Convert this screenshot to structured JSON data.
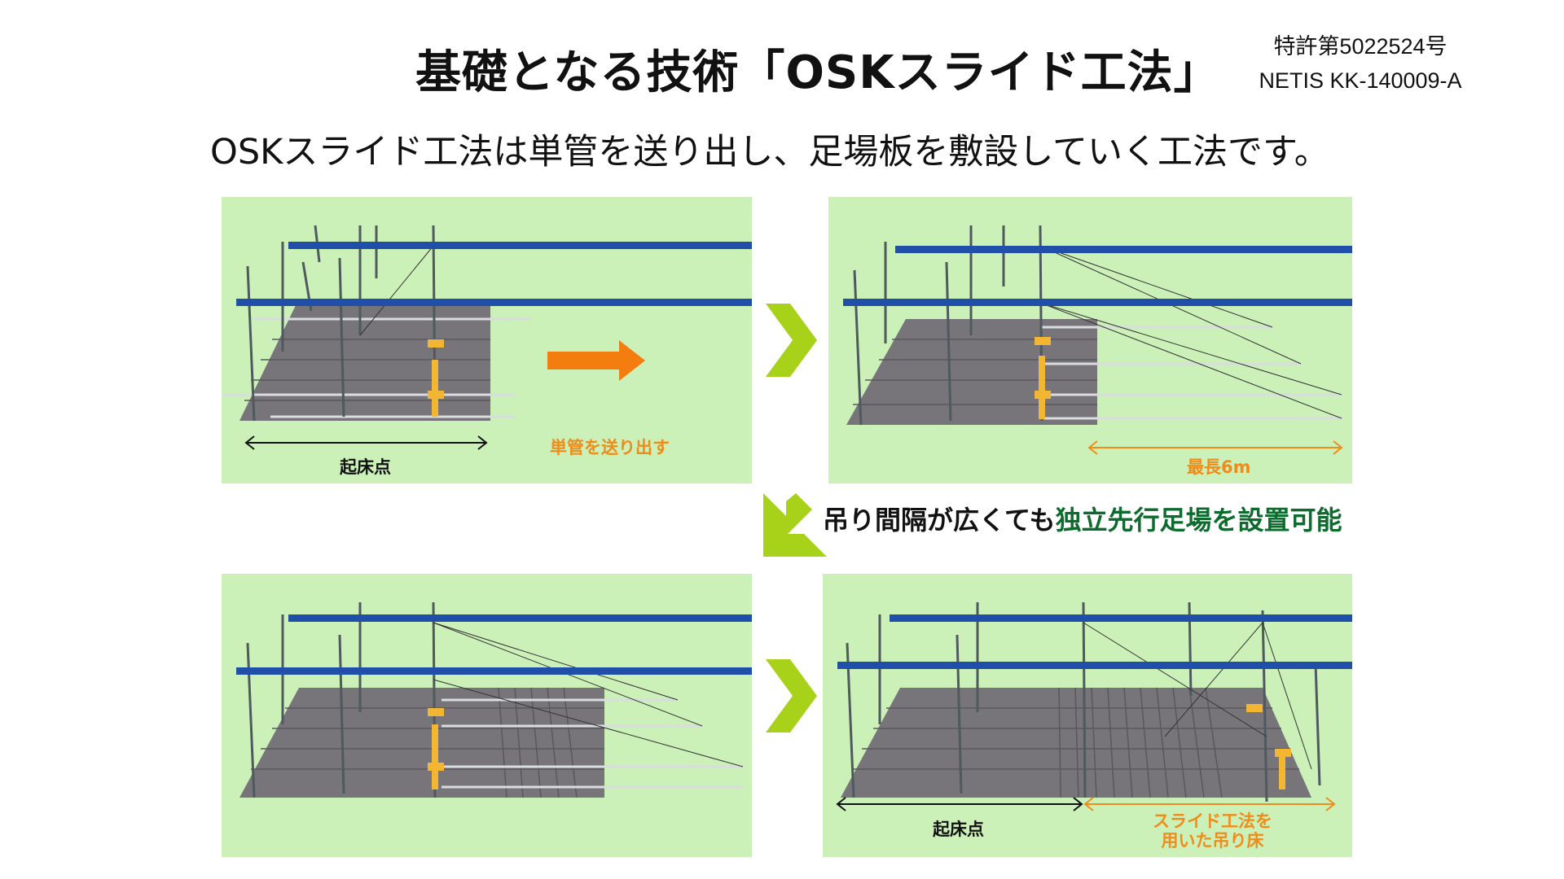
{
  "title": "基礎となる技術「OSKスライド工法」",
  "patent": {
    "line1": "特許第5022524号",
    "line2": "NETIS KK-140009-A"
  },
  "subtitle": "OSKスライド工法は単管を送り出し、足場板を敷設していく工法です。",
  "panels": {
    "p1": {
      "dim_label": "起床点",
      "action_label": "単管を送り出す"
    },
    "p2": {
      "dim_label": "最長6m"
    },
    "p4": {
      "dim_label_left": "起床点",
      "dim_label_right_1": "スライド工法を",
      "dim_label_right_2": "用いた吊り床"
    }
  },
  "caption": {
    "part1": "吊り間隔が広くても",
    "part2": "独立先行足場を設置可能"
  },
  "colors": {
    "panel_bg": "#cbf0b8",
    "beam": "#1f4fa8",
    "deck": "#77747a",
    "arrow_green": "#a8d21a",
    "arrow_orange": "#f47d10",
    "caption_green": "#0e6b2e"
  }
}
